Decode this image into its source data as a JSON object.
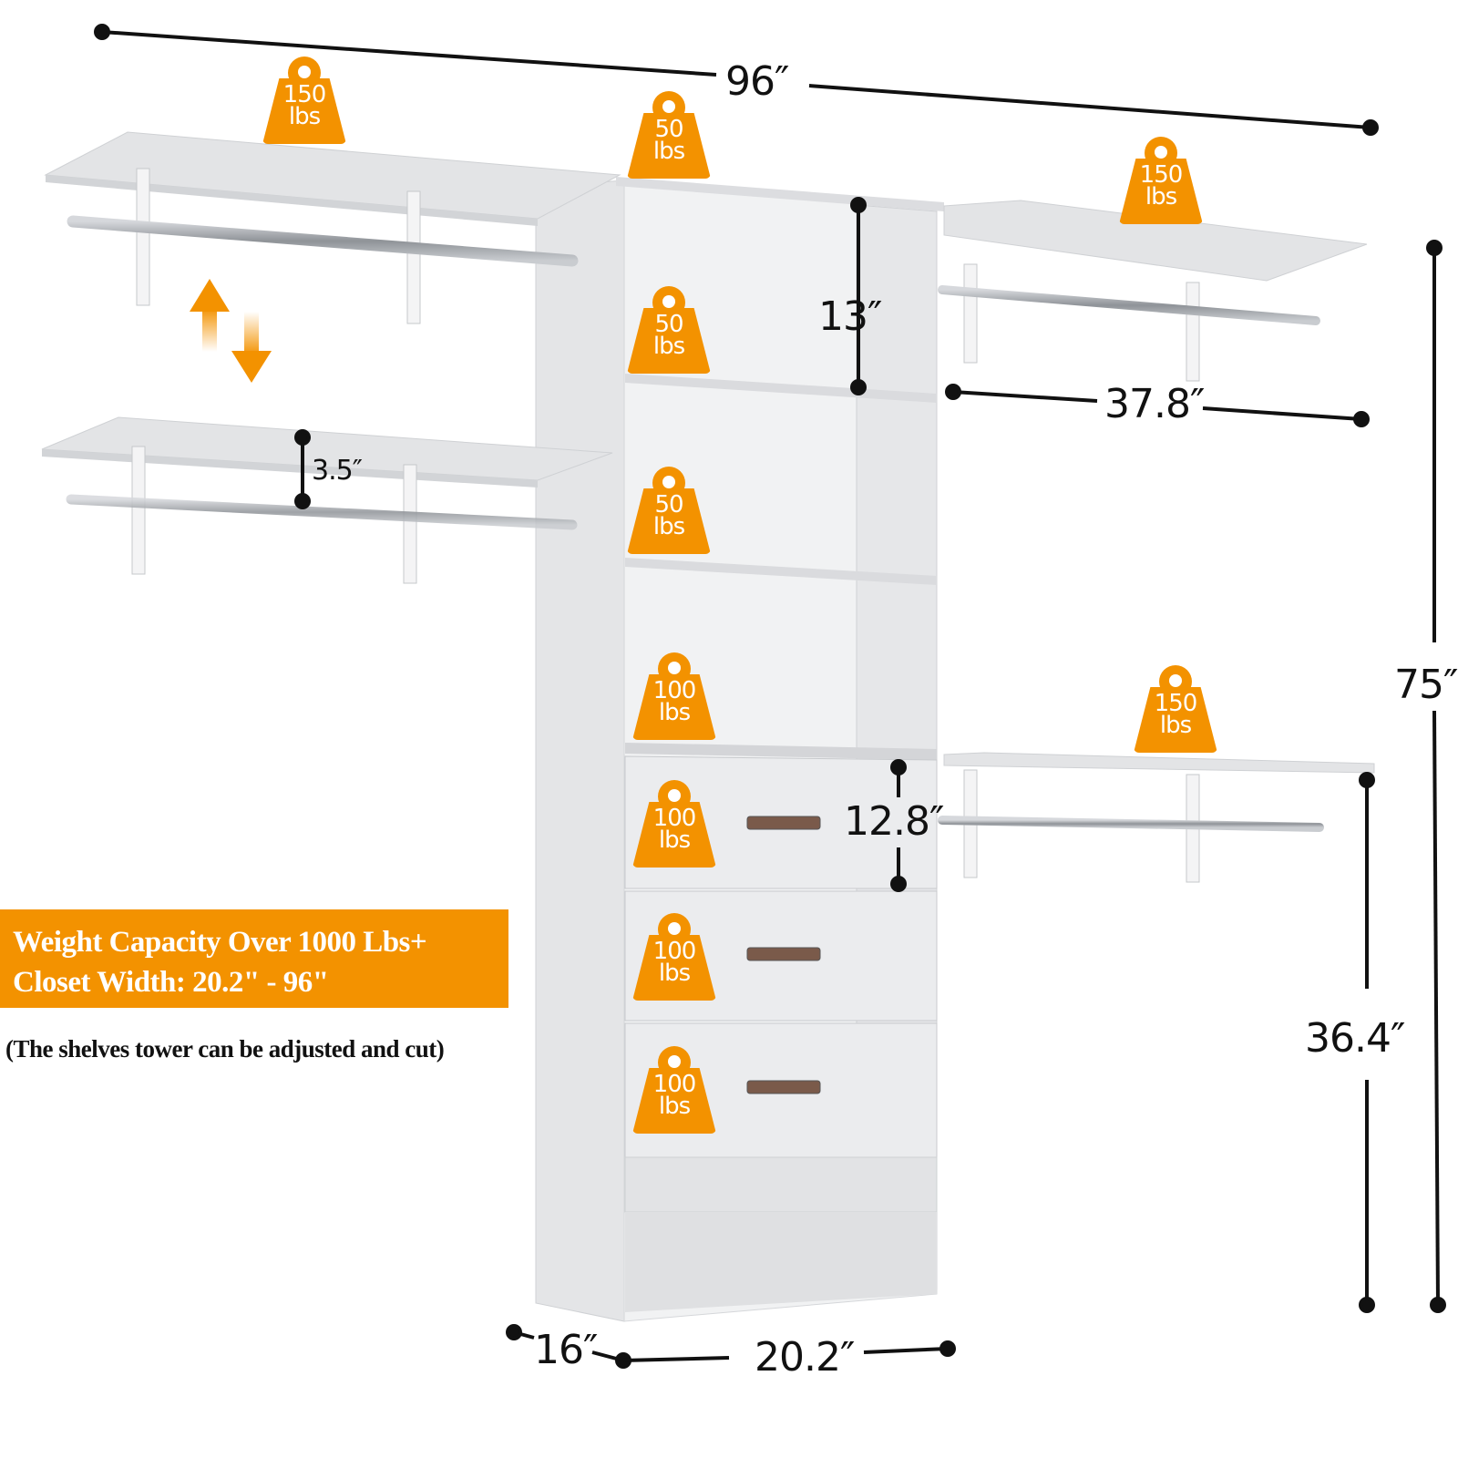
{
  "dimensions": {
    "total_width": "96″",
    "compartment_height": "13″",
    "shelf_width": "37.8″",
    "rod_gap": "3.5″",
    "total_height": "75″",
    "drawer_height": "12.8″",
    "rod_height": "36.4″",
    "tower_depth": "16″",
    "tower_width": "20.2″"
  },
  "weights": {
    "left_top_shelf": [
      "150",
      "lbs"
    ],
    "tower_top": [
      "50",
      "lbs"
    ],
    "right_top_shelf": [
      "150",
      "lbs"
    ],
    "tower_shelf_1": [
      "50",
      "lbs"
    ],
    "tower_shelf_2": [
      "50",
      "lbs"
    ],
    "tower_shelf_3": [
      "100",
      "lbs"
    ],
    "right_lower_shelf": [
      "150",
      "lbs"
    ],
    "drawer_1": [
      "100",
      "lbs"
    ],
    "drawer_2": [
      "100",
      "lbs"
    ],
    "drawer_3": [
      "100",
      "lbs"
    ]
  },
  "banner": {
    "line1": "Weight Capacity Over 1000 Lbs+",
    "line2": "Closet Width: 20.2\" - 96\""
  },
  "note": "(The shelves tower can be adjusted and cut)",
  "colors": {
    "accent": "#f39200",
    "panel": "#e9eaec",
    "rod": "#a9acb1",
    "line": "#111111"
  }
}
